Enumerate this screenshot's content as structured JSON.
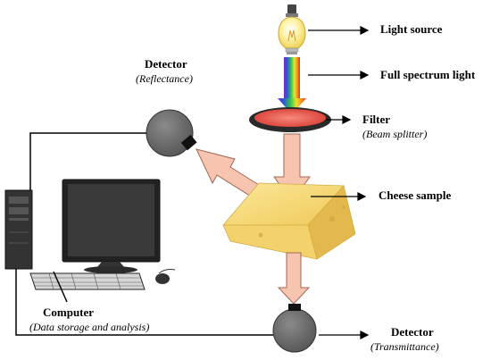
{
  "labels": {
    "light_source": "Light source",
    "full_spectrum": "Full spectrum light",
    "filter": "Filter",
    "filter_sub": "(Beam splitter)",
    "cheese": "Cheese sample",
    "detector_refl": "Detector",
    "detector_refl_sub": "(Reflectance)",
    "detector_trans": "Detector",
    "detector_trans_sub": "(Transmittance)",
    "computer": "Computer",
    "computer_sub": "(Data storage and analysis)"
  },
  "colors": {
    "detector_body": "#6b6b6b",
    "detector_window": "#111111",
    "arrow_fill": "#f7c4b0",
    "arrow_stroke": "#a06a55",
    "filter_ring": "#2a2a2a",
    "filter_glass": "#e8514a",
    "cheese": "#f6dc7a",
    "bulb": "#fdf4a8"
  },
  "icons": {
    "bulb": "light-bulb-icon",
    "computer": "desktop-computer-icon"
  }
}
